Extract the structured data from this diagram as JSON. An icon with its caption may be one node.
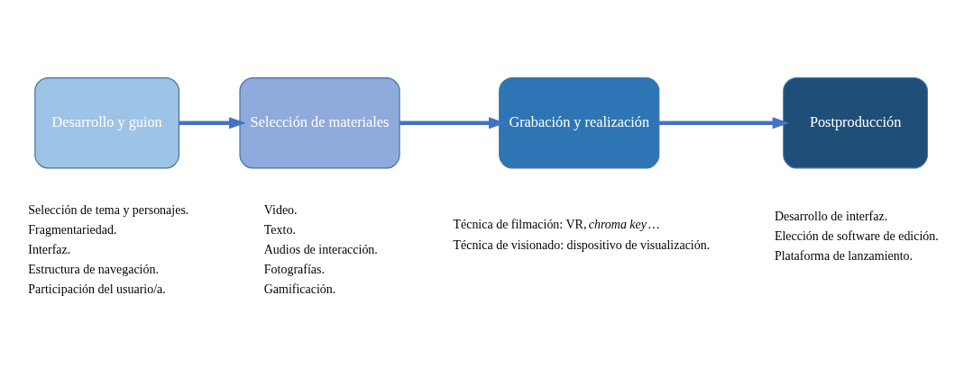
{
  "diagram": {
    "nodes": [
      {
        "text": [
          "Desarrollo y guion"
        ],
        "beside": [
          "Selección de tema y personajes.",
          "Fragmentariedad.",
          "Interfaz.",
          "Estructura de navegación.",
          "Participación del usuario/a."
        ]
      },
      {
        "text": [
          "Selección de materiales"
        ],
        "beside": [
          "Video.",
          "Texto.",
          "Audios de interacción.",
          "Fotografías.",
          "Gamificación."
        ]
      },
      {
        "text": [
          "Grabación y realización"
        ],
        "beside": [
          "Técnica de filmación: VR, *chroma key*…",
          "Técnica de visionado: dispositivo de visualización."
        ]
      },
      {
        "text": [
          "Postproducción"
        ],
        "beside": [
          "Desarrollo de interfaz.",
          "Elección de software de edición.",
          "Plataforma de lanzamiento."
        ]
      }
    ],
    "edges": [
      {
        "from": 0,
        "to": 1,
        "arrow": "to"
      },
      {
        "from": 1,
        "to": 2,
        "arrow": "to"
      },
      {
        "from": 2,
        "to": 3,
        "arrow": "to"
      }
    ]
  }
}
